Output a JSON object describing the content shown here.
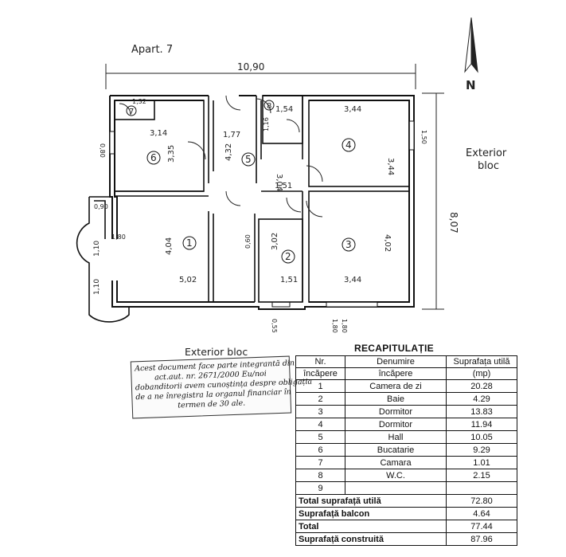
{
  "plan": {
    "apartment": "Apart. 7",
    "total_width": "10,90",
    "total_height": "8,07",
    "exterior_right": "Exterior\nbloc",
    "exterior_bottom": "Exterior bloc",
    "north": "N",
    "rooms": [
      "1",
      "2",
      "3",
      "4",
      "5",
      "6",
      "7",
      "8"
    ],
    "dims": {
      "r6_w": "3,14",
      "r6_h": "3,35",
      "hall_w": "1,77",
      "hall_h": "4,32",
      "r7_w": "1,32",
      "r8_w": "1,54",
      "r8_h": "1,16",
      "r4_w": "3,44",
      "r4_h": "3,44",
      "hall_h2": "3,04",
      "hall_w2": "1,51",
      "r1_w": "5,02",
      "r1_h": "4,04",
      "r2_w": "1,51",
      "r2_h": "3,02",
      "r3_w": "3,44",
      "r3_h": "4,02",
      "balc_a": "1,10",
      "balc_b": "1,10",
      "balc_c": "1,80",
      "balc_d": "0,90",
      "win_a": "0,80",
      "win_b": "1,50",
      "win_c": "0,60",
      "win_d": "0,55",
      "win_e": "1,80",
      "win_f": "1,80"
    }
  },
  "stamp": {
    "lines": [
      "Acest document face parte integrantă din",
      "act.aut. nr. 2671/2000 Eu/noi",
      "dobanditorii avem cunoștința despre obligația",
      "de a ne înregistra la organul financiar în",
      "termen de 30 ale."
    ]
  },
  "recap": {
    "title": "RECAPITULAȚIE",
    "headers": {
      "nr": "Nr.",
      "nr2": "încăpere",
      "name": "Denumire",
      "name2": "încăpere",
      "area": "Suprafața utilă",
      "area2": "(mp)"
    },
    "rows": [
      {
        "nr": "1",
        "name": "Camera de zi",
        "area": "20.28"
      },
      {
        "nr": "2",
        "name": "Baie",
        "area": "4.29"
      },
      {
        "nr": "3",
        "name": "Dormitor",
        "area": "13.83"
      },
      {
        "nr": "4",
        "name": "Dormitor",
        "area": "11.94"
      },
      {
        "nr": "5",
        "name": "Hall",
        "area": "10.05"
      },
      {
        "nr": "6",
        "name": "Bucatarie",
        "area": "9.29"
      },
      {
        "nr": "7",
        "name": "Camara",
        "area": "1.01"
      },
      {
        "nr": "8",
        "name": "W.C.",
        "area": "2.15"
      },
      {
        "nr": "9",
        "name": "",
        "area": ""
      }
    ],
    "totals": [
      {
        "label": "Total suprafață utilă",
        "value": "72.80"
      },
      {
        "label": "Suprafață balcon",
        "value": "4.64"
      },
      {
        "label": "Total",
        "value": "77.44"
      },
      {
        "label": "Suprafață construită",
        "value": "87.96"
      }
    ]
  }
}
